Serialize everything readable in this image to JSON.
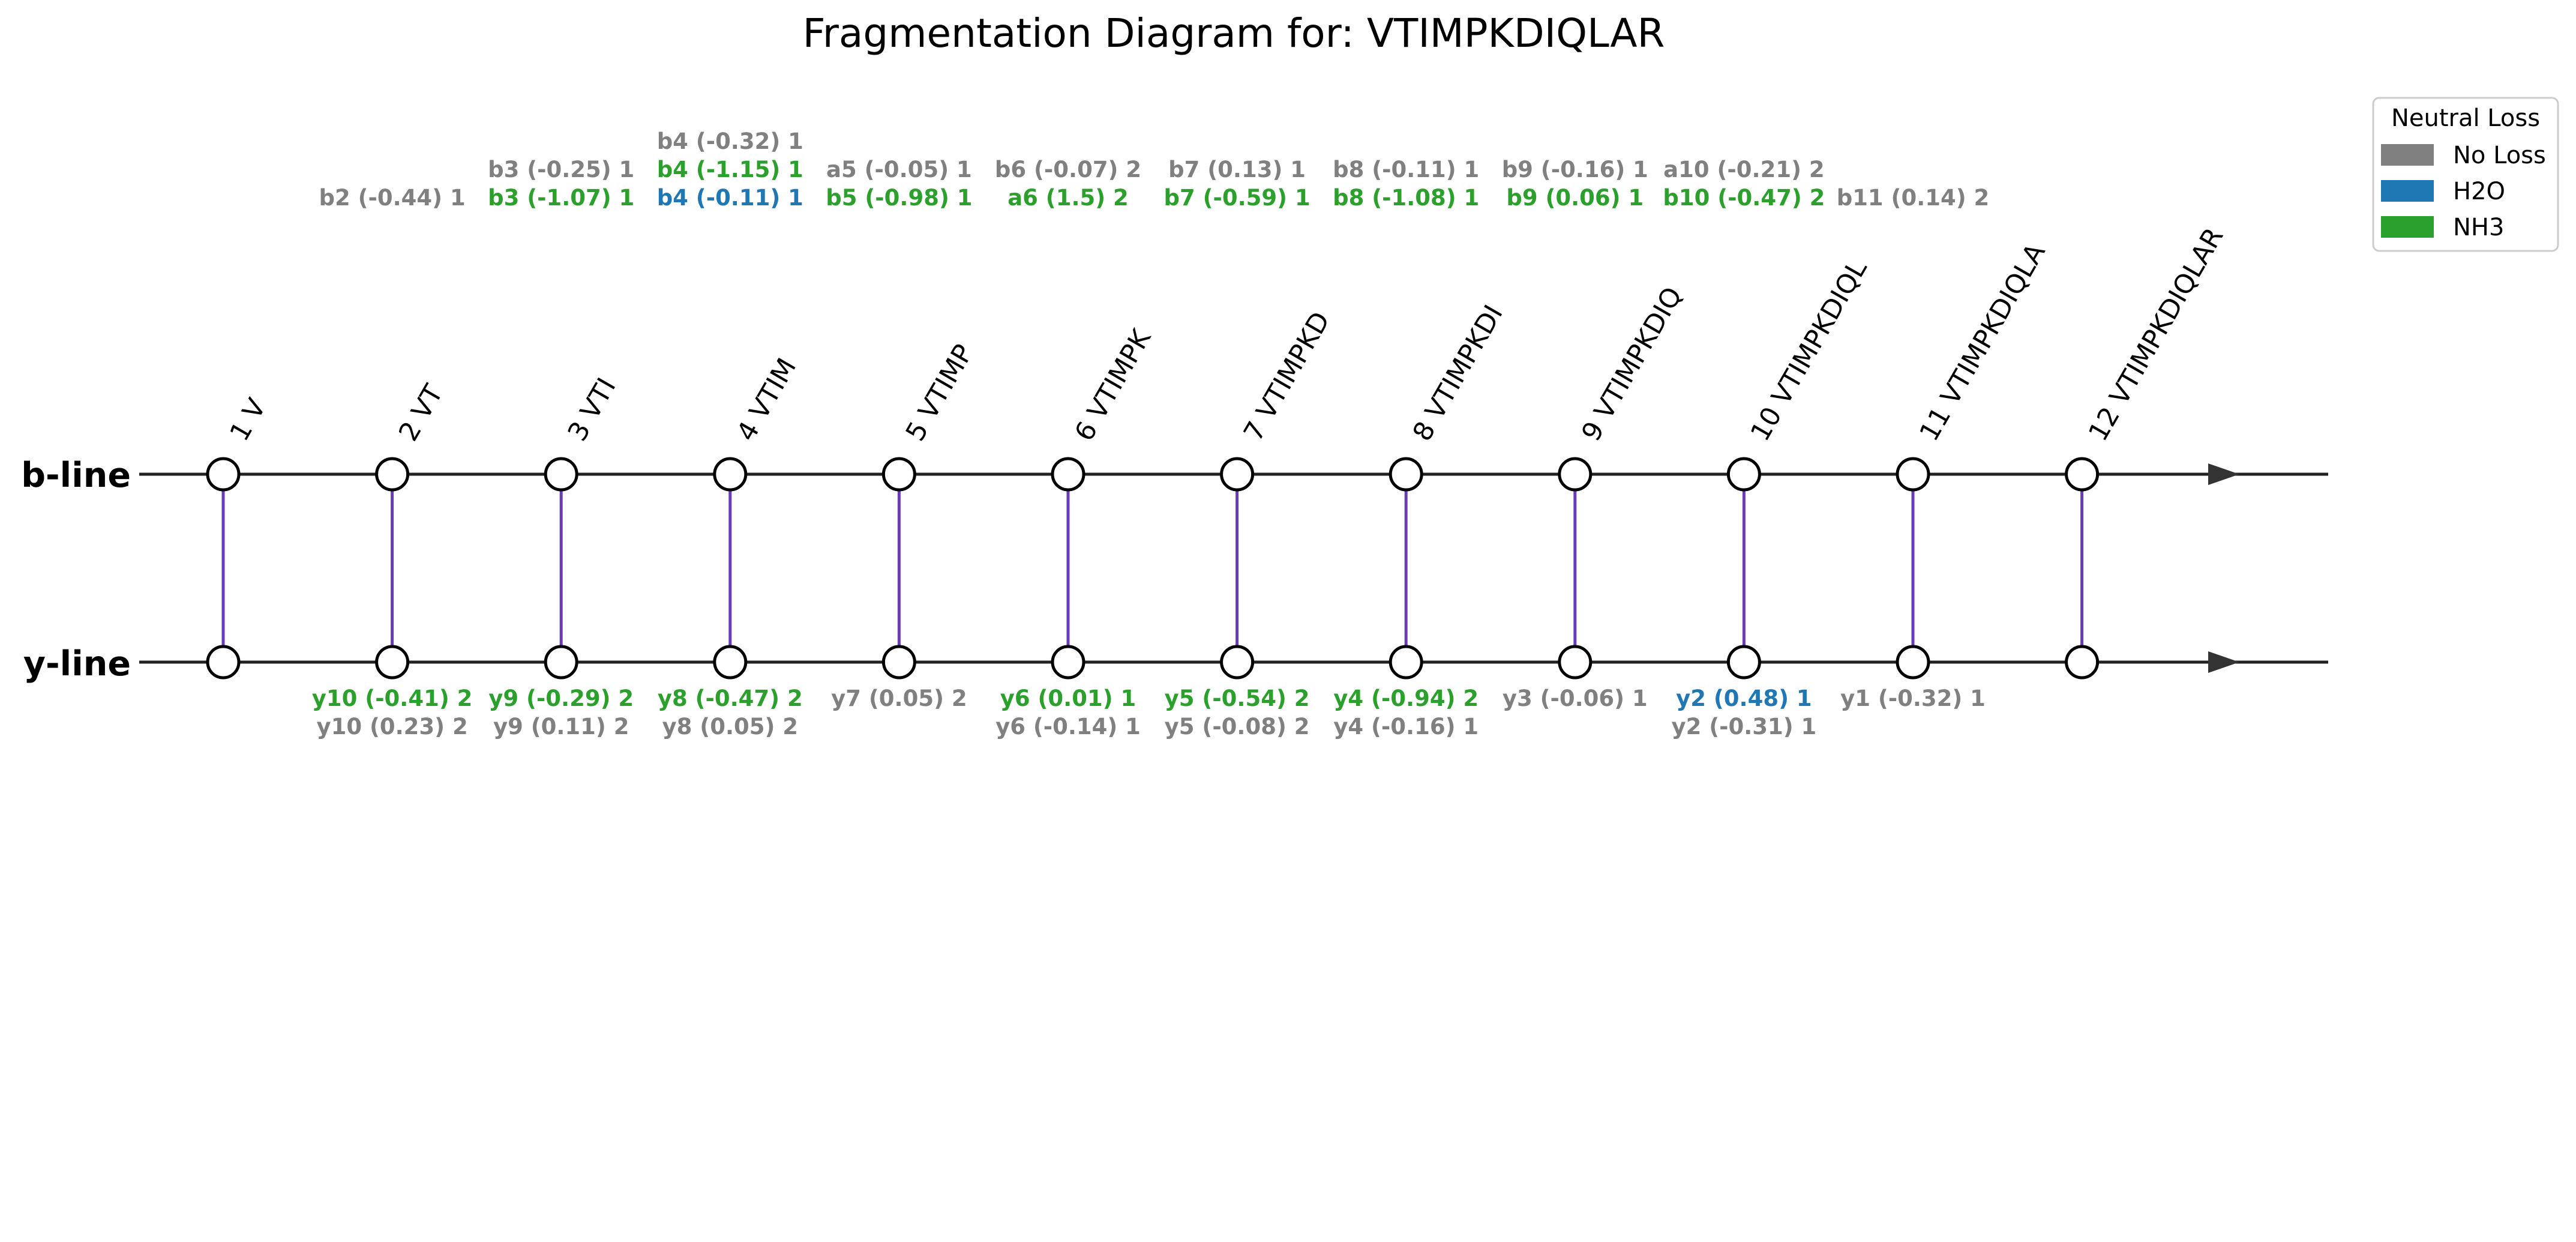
{
  "title": "Fragmentation Diagram for: VTIMPKDIQLAR",
  "rows": {
    "b_label": "b-line",
    "y_label": "y-line"
  },
  "colors": {
    "no_loss": "#808080",
    "h2o": "#1f77b4",
    "nh3": "#2ca02c",
    "connector": "#6a3db8",
    "line": "#222222"
  },
  "positions": [
    "1 V",
    "2 VT",
    "3 VTI",
    "4 VTIM",
    "5 VTIMP",
    "6 VTIMPK",
    "7 VTIMPKD",
    "8 VTIMPKDI",
    "9 VTIMPKDIQ",
    "10 VTIMPKDIQL",
    "11 VTIMPKDIQLA",
    "12 VTIMPKDIQLAR"
  ],
  "b_ions": [
    {
      "pos": 2,
      "labels": [
        {
          "text": "b2 (-0.44) 1",
          "loss": "no_loss"
        }
      ]
    },
    {
      "pos": 3,
      "labels": [
        {
          "text": "b3 (-1.07) 1",
          "loss": "nh3"
        },
        {
          "text": "b3 (-0.25) 1",
          "loss": "no_loss"
        }
      ]
    },
    {
      "pos": 4,
      "labels": [
        {
          "text": "b4 (-0.11) 1",
          "loss": "h2o"
        },
        {
          "text": "b4 (-1.15) 1",
          "loss": "nh3"
        },
        {
          "text": "b4 (-0.32) 1",
          "loss": "no_loss"
        }
      ]
    },
    {
      "pos": 5,
      "labels": [
        {
          "text": "b5 (-0.98) 1",
          "loss": "nh3"
        },
        {
          "text": "a5 (-0.05) 1",
          "loss": "no_loss"
        }
      ]
    },
    {
      "pos": 6,
      "labels": [
        {
          "text": "a6 (1.5) 2",
          "loss": "nh3"
        },
        {
          "text": "b6 (-0.07) 2",
          "loss": "no_loss"
        }
      ]
    },
    {
      "pos": 7,
      "labels": [
        {
          "text": "b7 (-0.59) 1",
          "loss": "nh3"
        },
        {
          "text": "b7 (0.13) 1",
          "loss": "no_loss"
        }
      ]
    },
    {
      "pos": 8,
      "labels": [
        {
          "text": "b8 (-1.08) 1",
          "loss": "nh3"
        },
        {
          "text": "b8 (-0.11) 1",
          "loss": "no_loss"
        }
      ]
    },
    {
      "pos": 9,
      "labels": [
        {
          "text": "b9 (0.06) 1",
          "loss": "nh3"
        },
        {
          "text": "b9 (-0.16) 1",
          "loss": "no_loss"
        }
      ]
    },
    {
      "pos": 10,
      "labels": [
        {
          "text": "b10 (-0.47) 2",
          "loss": "nh3"
        },
        {
          "text": "a10 (-0.21) 2",
          "loss": "no_loss"
        }
      ]
    },
    {
      "pos": 11,
      "labels": [
        {
          "text": "b11 (0.14) 2",
          "loss": "no_loss"
        }
      ]
    }
  ],
  "y_ions": [
    {
      "pos": 2,
      "labels": [
        {
          "text": "y10 (-0.41) 2",
          "loss": "nh3"
        },
        {
          "text": "y10 (0.23) 2",
          "loss": "no_loss"
        }
      ]
    },
    {
      "pos": 3,
      "labels": [
        {
          "text": "y9 (-0.29) 2",
          "loss": "nh3"
        },
        {
          "text": "y9 (0.11) 2",
          "loss": "no_loss"
        }
      ]
    },
    {
      "pos": 4,
      "labels": [
        {
          "text": "y8 (-0.47) 2",
          "loss": "nh3"
        },
        {
          "text": "y8 (0.05) 2",
          "loss": "no_loss"
        }
      ]
    },
    {
      "pos": 5,
      "labels": [
        {
          "text": "y7 (0.05) 2",
          "loss": "no_loss"
        }
      ]
    },
    {
      "pos": 6,
      "labels": [
        {
          "text": "y6 (0.01) 1",
          "loss": "nh3"
        },
        {
          "text": "y6 (-0.14) 1",
          "loss": "no_loss"
        }
      ]
    },
    {
      "pos": 7,
      "labels": [
        {
          "text": "y5 (-0.54) 2",
          "loss": "nh3"
        },
        {
          "text": "y5 (-0.08) 2",
          "loss": "no_loss"
        }
      ]
    },
    {
      "pos": 8,
      "labels": [
        {
          "text": "y4 (-0.94) 2",
          "loss": "nh3"
        },
        {
          "text": "y4 (-0.16) 1",
          "loss": "no_loss"
        }
      ]
    },
    {
      "pos": 9,
      "labels": [
        {
          "text": "y3 (-0.06) 1",
          "loss": "no_loss"
        }
      ]
    },
    {
      "pos": 10,
      "labels": [
        {
          "text": "y2 (0.48) 1",
          "loss": "h2o"
        },
        {
          "text": "y2 (-0.31) 1",
          "loss": "no_loss"
        }
      ]
    },
    {
      "pos": 11,
      "labels": [
        {
          "text": "y1 (-0.32) 1",
          "loss": "no_loss"
        }
      ]
    }
  ],
  "legend": {
    "title": "Neutral Loss",
    "entries": [
      {
        "label": "No Loss",
        "key": "no_loss"
      },
      {
        "label": "H2O",
        "key": "h2o"
      },
      {
        "label": "NH3",
        "key": "nh3"
      }
    ]
  }
}
